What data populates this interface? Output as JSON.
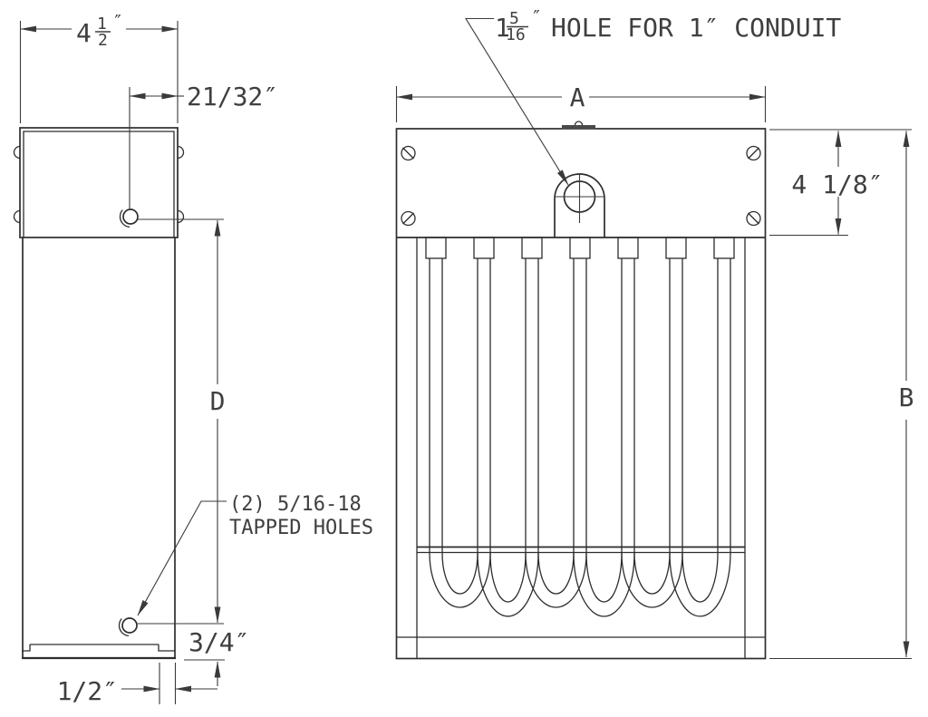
{
  "labels": {
    "callout": {
      "whole": "1",
      "numerator": "5",
      "denominator": "16",
      "inches": "″",
      "text": "HOLE FOR 1″ CONDUIT"
    },
    "overall_depth": {
      "whole": "4",
      "numerator": "1",
      "denominator": "2",
      "inches": "″"
    },
    "hole_offset": "21/32″",
    "dim_d": "D",
    "tapped_note_1": "(2) 5/16-18",
    "tapped_note_2": "TAPPED HOLES",
    "hole_to_bottom": "3/4″",
    "flange_width": "1/2″",
    "dim_a": "A",
    "panel_height": "4 1/8″",
    "dim_b": "B"
  },
  "colors": {
    "background": "#ffffff",
    "part_line": "#2d2d2d",
    "dimension_line": "#3a3a3a",
    "text": "#3f3f3f",
    "tab_fill": "#4a4a4a"
  }
}
